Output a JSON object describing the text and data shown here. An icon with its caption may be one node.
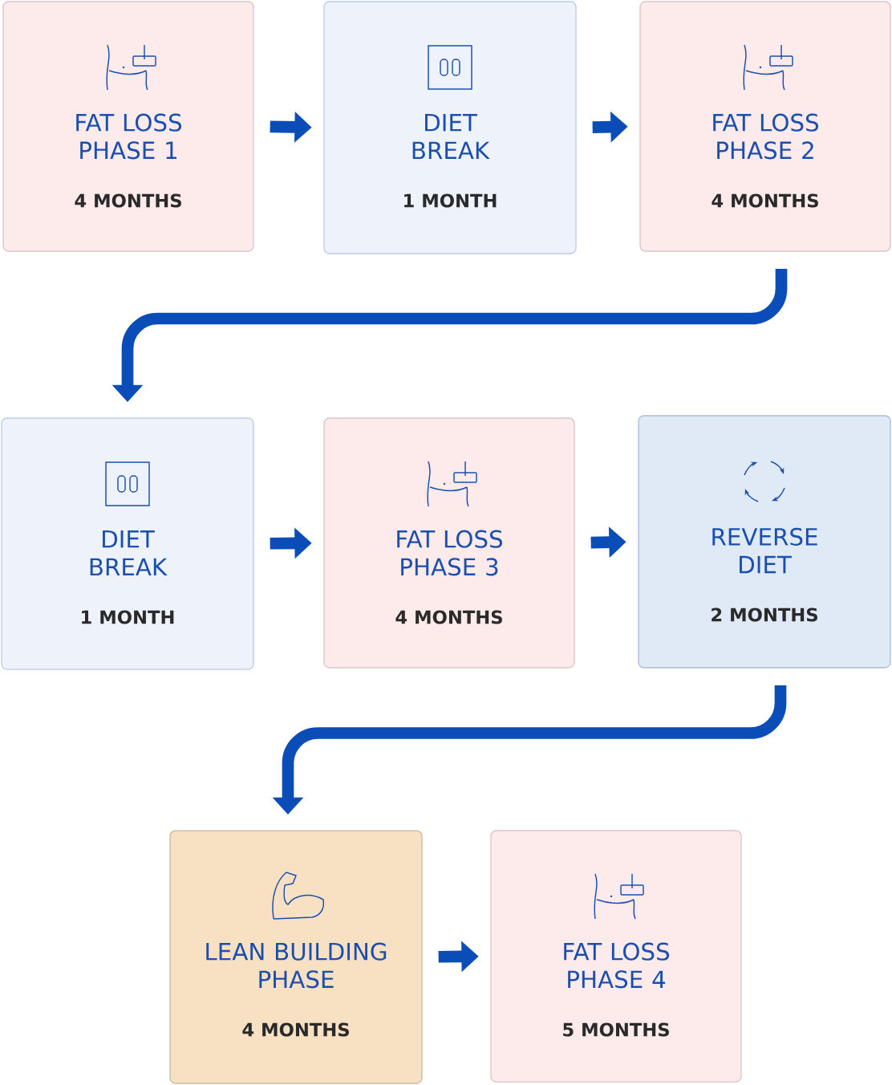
{
  "diagram": {
    "nodes": [
      {
        "text": [
          "FAT LOSS PHASE 1",
          "4 MONTHS"
        ]
      },
      {
        "text": [
          "DIET BREAK",
          "1 MONTH"
        ]
      },
      {
        "text": [
          "FAT LOSS PHASE 2",
          "4 MONTHS"
        ]
      },
      {
        "text": [
          "DIET BREAK",
          "1 MONTH"
        ]
      },
      {
        "text": [
          "FAT LOSS PHASE 3",
          "4 MONTHS"
        ]
      },
      {
        "text": [
          "REVERSE DIET",
          "2 MONTHS"
        ]
      },
      {
        "text": [
          "LEAN BUILDING PHASE",
          "4 MONTHS"
        ]
      },
      {
        "text": [
          "FAT LOSS PHASE 4",
          "5 MONTHS"
        ]
      }
    ],
    "edges": [
      {
        "from": 0,
        "to": 1,
        "arrow": "to"
      },
      {
        "from": 1,
        "to": 2,
        "arrow": "to"
      },
      {
        "from": 2,
        "to": 3,
        "arrow": "to"
      },
      {
        "from": 3,
        "to": 4,
        "arrow": "to"
      },
      {
        "from": 4,
        "to": 5,
        "arrow": "to"
      },
      {
        "from": 5,
        "to": 6,
        "arrow": "to"
      },
      {
        "from": 6,
        "to": 7,
        "arrow": "to"
      }
    ]
  }
}
